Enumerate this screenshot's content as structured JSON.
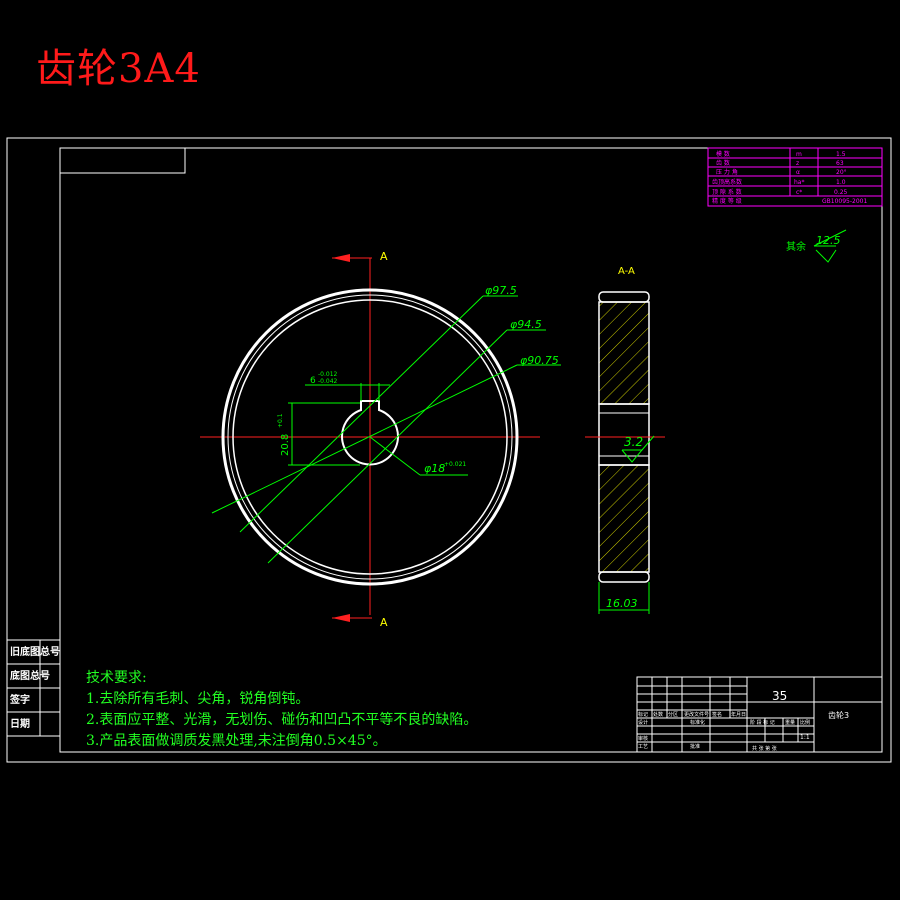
{
  "title": "齿轮3A4",
  "section_mark": "A",
  "section_view_label": "A-A",
  "dimensions": {
    "d1": "φ97.5",
    "d2": "φ94.5",
    "d3": "φ90.75",
    "bore": "φ18",
    "bore_tol": "+0.021",
    "bore_tol_low": "0",
    "keyway_width": "6",
    "keyway_tol_up": "-0.012",
    "keyway_tol_low": "-0.042",
    "keyway_depth": "20.8",
    "keyway_depth_tol": "+0.1",
    "face_width": "16.03",
    "roughness_hub": "3.2",
    "roughness_other": "12.5",
    "roughness_other_label": "其余"
  },
  "param_table": [
    {
      "name": "模 数",
      "sym": "m",
      "val": "1.5"
    },
    {
      "name": "齿 数",
      "sym": "z",
      "val": "63"
    },
    {
      "name": "压 力 角",
      "sym": "α",
      "val": "20°"
    },
    {
      "name": "齿顶高系数",
      "sym": "ha*",
      "val": "1.0"
    },
    {
      "name": "顶 隙 系 数",
      "sym": "c*",
      "val": "0.25"
    },
    {
      "name": "精 度 等 级",
      "sym": "",
      "val": "GB10095-2001"
    }
  ],
  "tech_requirements": {
    "heading": "技术要求:",
    "items": [
      "1.去除所有毛刺、尖角，锐角倒钝。",
      "2.表面应平整、光滑，无划伤、碰伤和凹凸不平等不良的缺陷。",
      "3.产品表面做调质发黑处理,未注倒角0.5×45°。"
    ]
  },
  "side_labels": [
    "旧底图总号",
    "底图总号",
    "签字",
    "日期"
  ],
  "title_block": {
    "material": "35",
    "part_name": "齿轮3",
    "scale": "1:1",
    "rows": [
      "标记",
      "处数",
      "分区",
      "更改文件号",
      "签名",
      "年月日"
    ],
    "roles": [
      "设计",
      "标准化",
      "审核",
      "工艺",
      "批准"
    ],
    "stage": "阶 段 标 记",
    "weight": "重量",
    "ratio": "比例",
    "sheet": "共 张 第 张"
  },
  "colors": {
    "frame": "#ffffff",
    "center_line": "#ff2020",
    "dimension": "#00ff00",
    "gear_outline": "#ffffff",
    "table": "#ff00ff",
    "hatch": "#ffff00"
  }
}
